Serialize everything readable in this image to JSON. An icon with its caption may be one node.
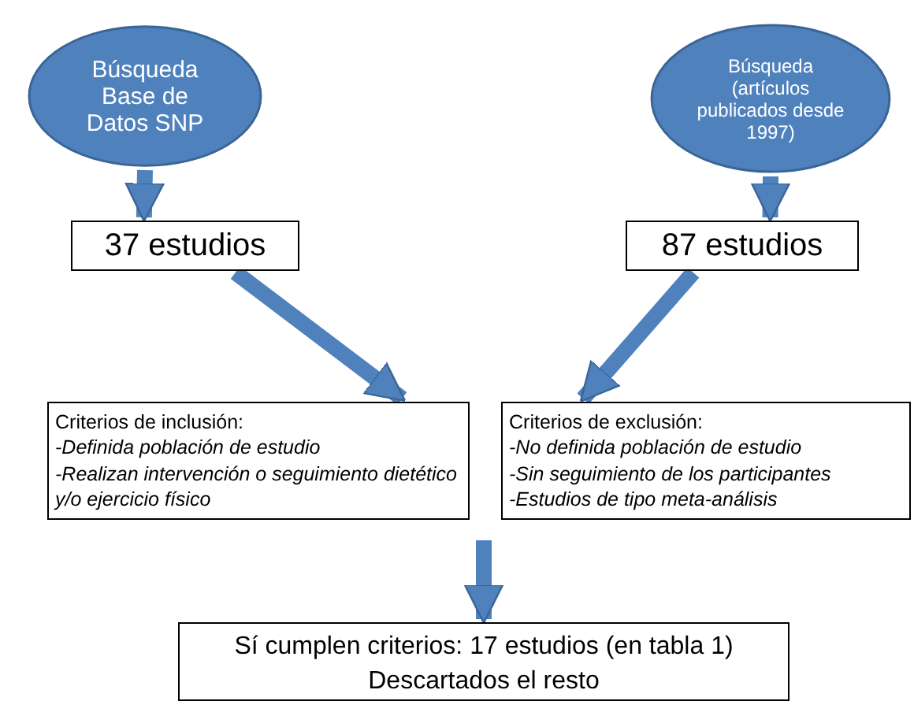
{
  "diagram": {
    "nodes": [
      {
        "text": [
          "Búsqueda Base de Datos SNP"
        ]
      },
      {
        "text": [
          "Búsqueda (artículos publicados desde 1997)"
        ]
      },
      {
        "text": [
          "37 estudios"
        ]
      },
      {
        "text": [
          "87 estudios"
        ]
      },
      {
        "text": [
          "Criterios de inclusión:",
          "-Definida población de estudio",
          "-Realizan intervención o seguimiento dietético y/o ejercicio físico"
        ]
      },
      {
        "text": [
          "Criterios de exclusión:",
          "-No definida población de estudio",
          "-Sin seguimiento de los participantes",
          "-Estudios de tipo meta-análisis"
        ]
      },
      {
        "text": [
          "Sí cumplen criterios: 17 estudios (en tabla 1)",
          "Descartados el resto"
        ]
      }
    ],
    "edges": [
      {
        "from": 0,
        "to": 2,
        "arrow": "to"
      },
      {
        "from": 1,
        "to": 3,
        "arrow": "to"
      },
      {
        "from": 2,
        "to": 4,
        "arrow": "to"
      },
      {
        "from": 3,
        "to": 5,
        "arrow": "to"
      },
      {
        "from": null,
        "to": 6,
        "arrow": "to"
      }
    ]
  }
}
